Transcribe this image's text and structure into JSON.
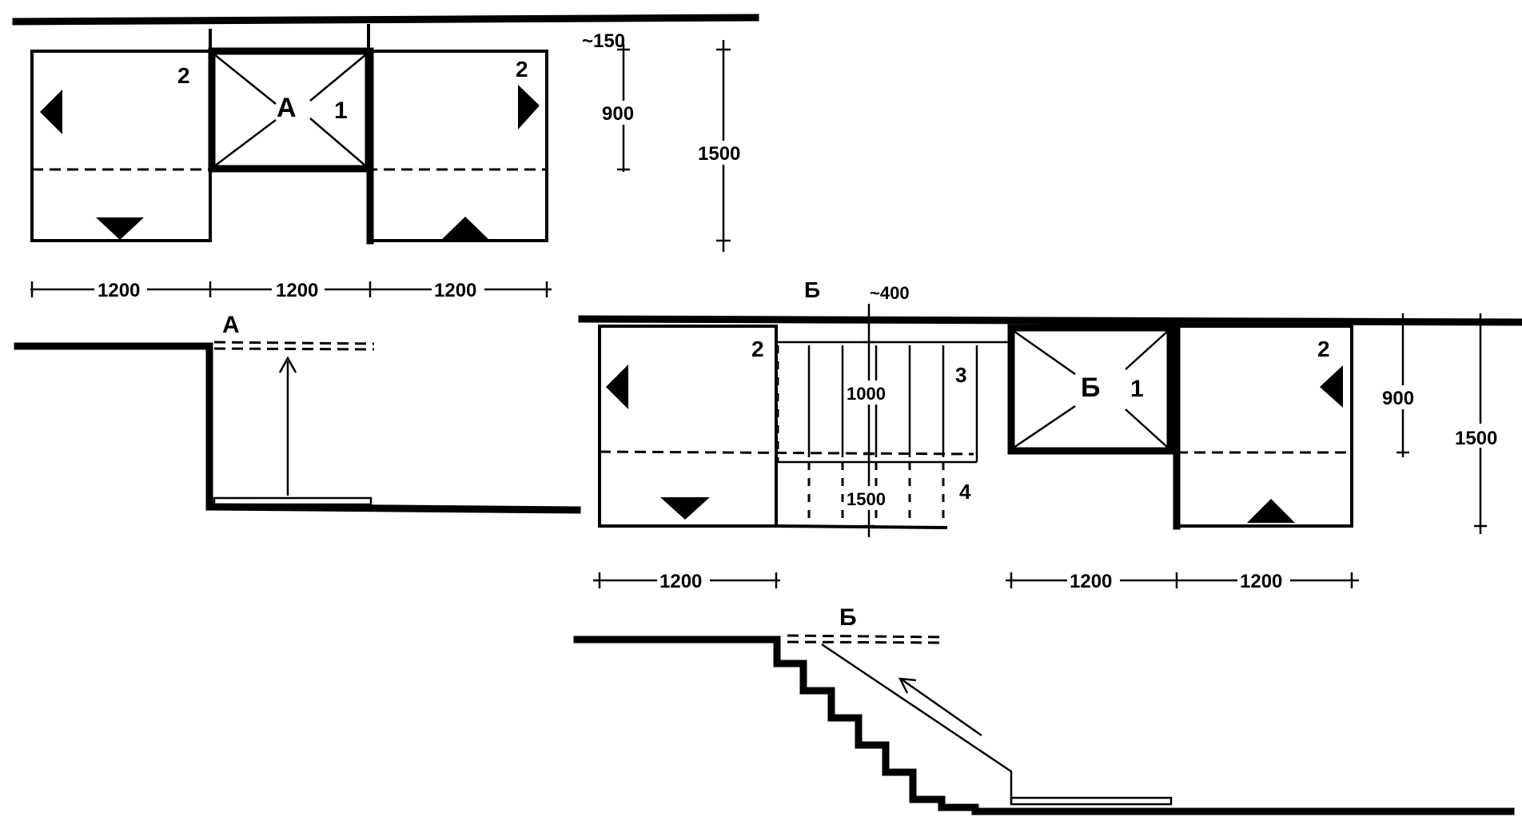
{
  "plan_a": {
    "top_clearance": "~150",
    "dim_depth_inner": "900",
    "dim_depth_total": "1500",
    "label_2_left": "2",
    "label_2_right": "2",
    "label_1": "1",
    "section_mark": "A",
    "width_1": "1200",
    "width_2": "1200",
    "width_3": "1200"
  },
  "section_a": {
    "title": "A"
  },
  "plan_b": {
    "section_mark_top": "Б",
    "top_clearance": "~400",
    "label_2_left": "2",
    "label_2_right": "2",
    "label_3": "3",
    "label_4": "4",
    "label_1": "1",
    "center_mark": "Б",
    "stair_dim_1": "1000",
    "stair_dim_2": "1500",
    "dim_depth_inner": "900",
    "dim_depth_total": "1500",
    "width_1": "1200",
    "width_2": "1200",
    "width_3": "1200"
  },
  "section_b": {
    "title": "Б"
  }
}
